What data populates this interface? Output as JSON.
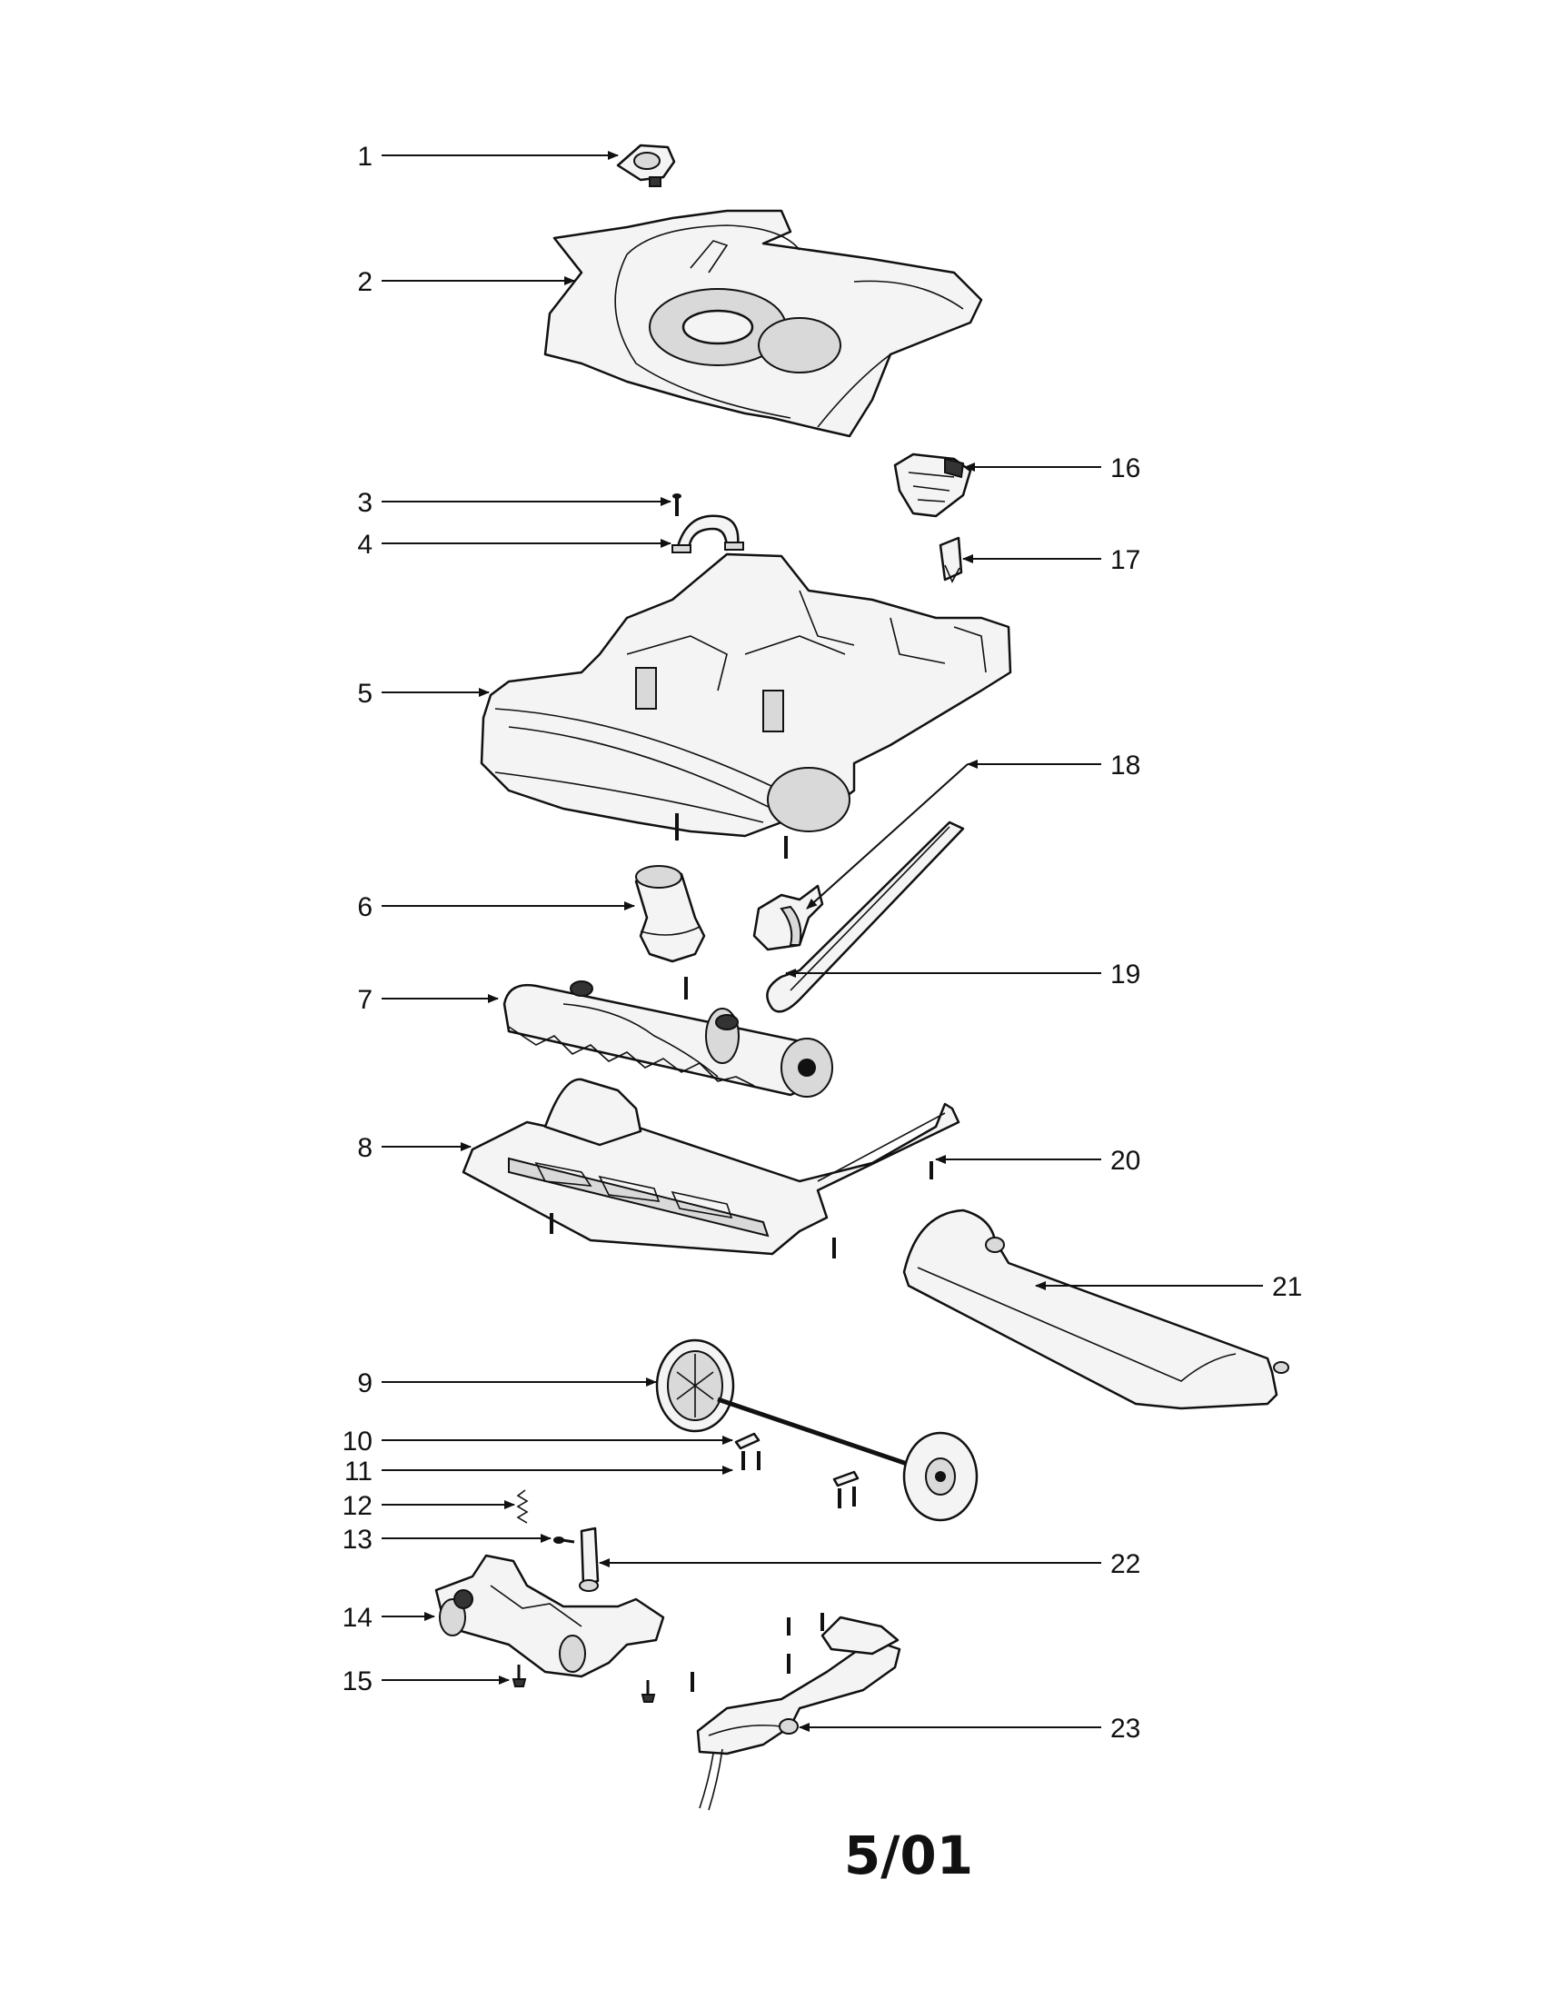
{
  "callouts": {
    "c1": "1",
    "c2": "2",
    "c3": "3",
    "c4": "4",
    "c5": "5",
    "c6": "6",
    "c7": "7",
    "c8": "8",
    "c9": "9",
    "c10": "10",
    "c11": "11",
    "c12": "12",
    "c13": "13",
    "c14": "14",
    "c15": "15",
    "c16": "16",
    "c17": "17",
    "c18": "18",
    "c19": "19",
    "c20": "20",
    "c21": "21",
    "c22": "22",
    "c23": "23"
  },
  "footer": {
    "date_code": "5/01"
  }
}
